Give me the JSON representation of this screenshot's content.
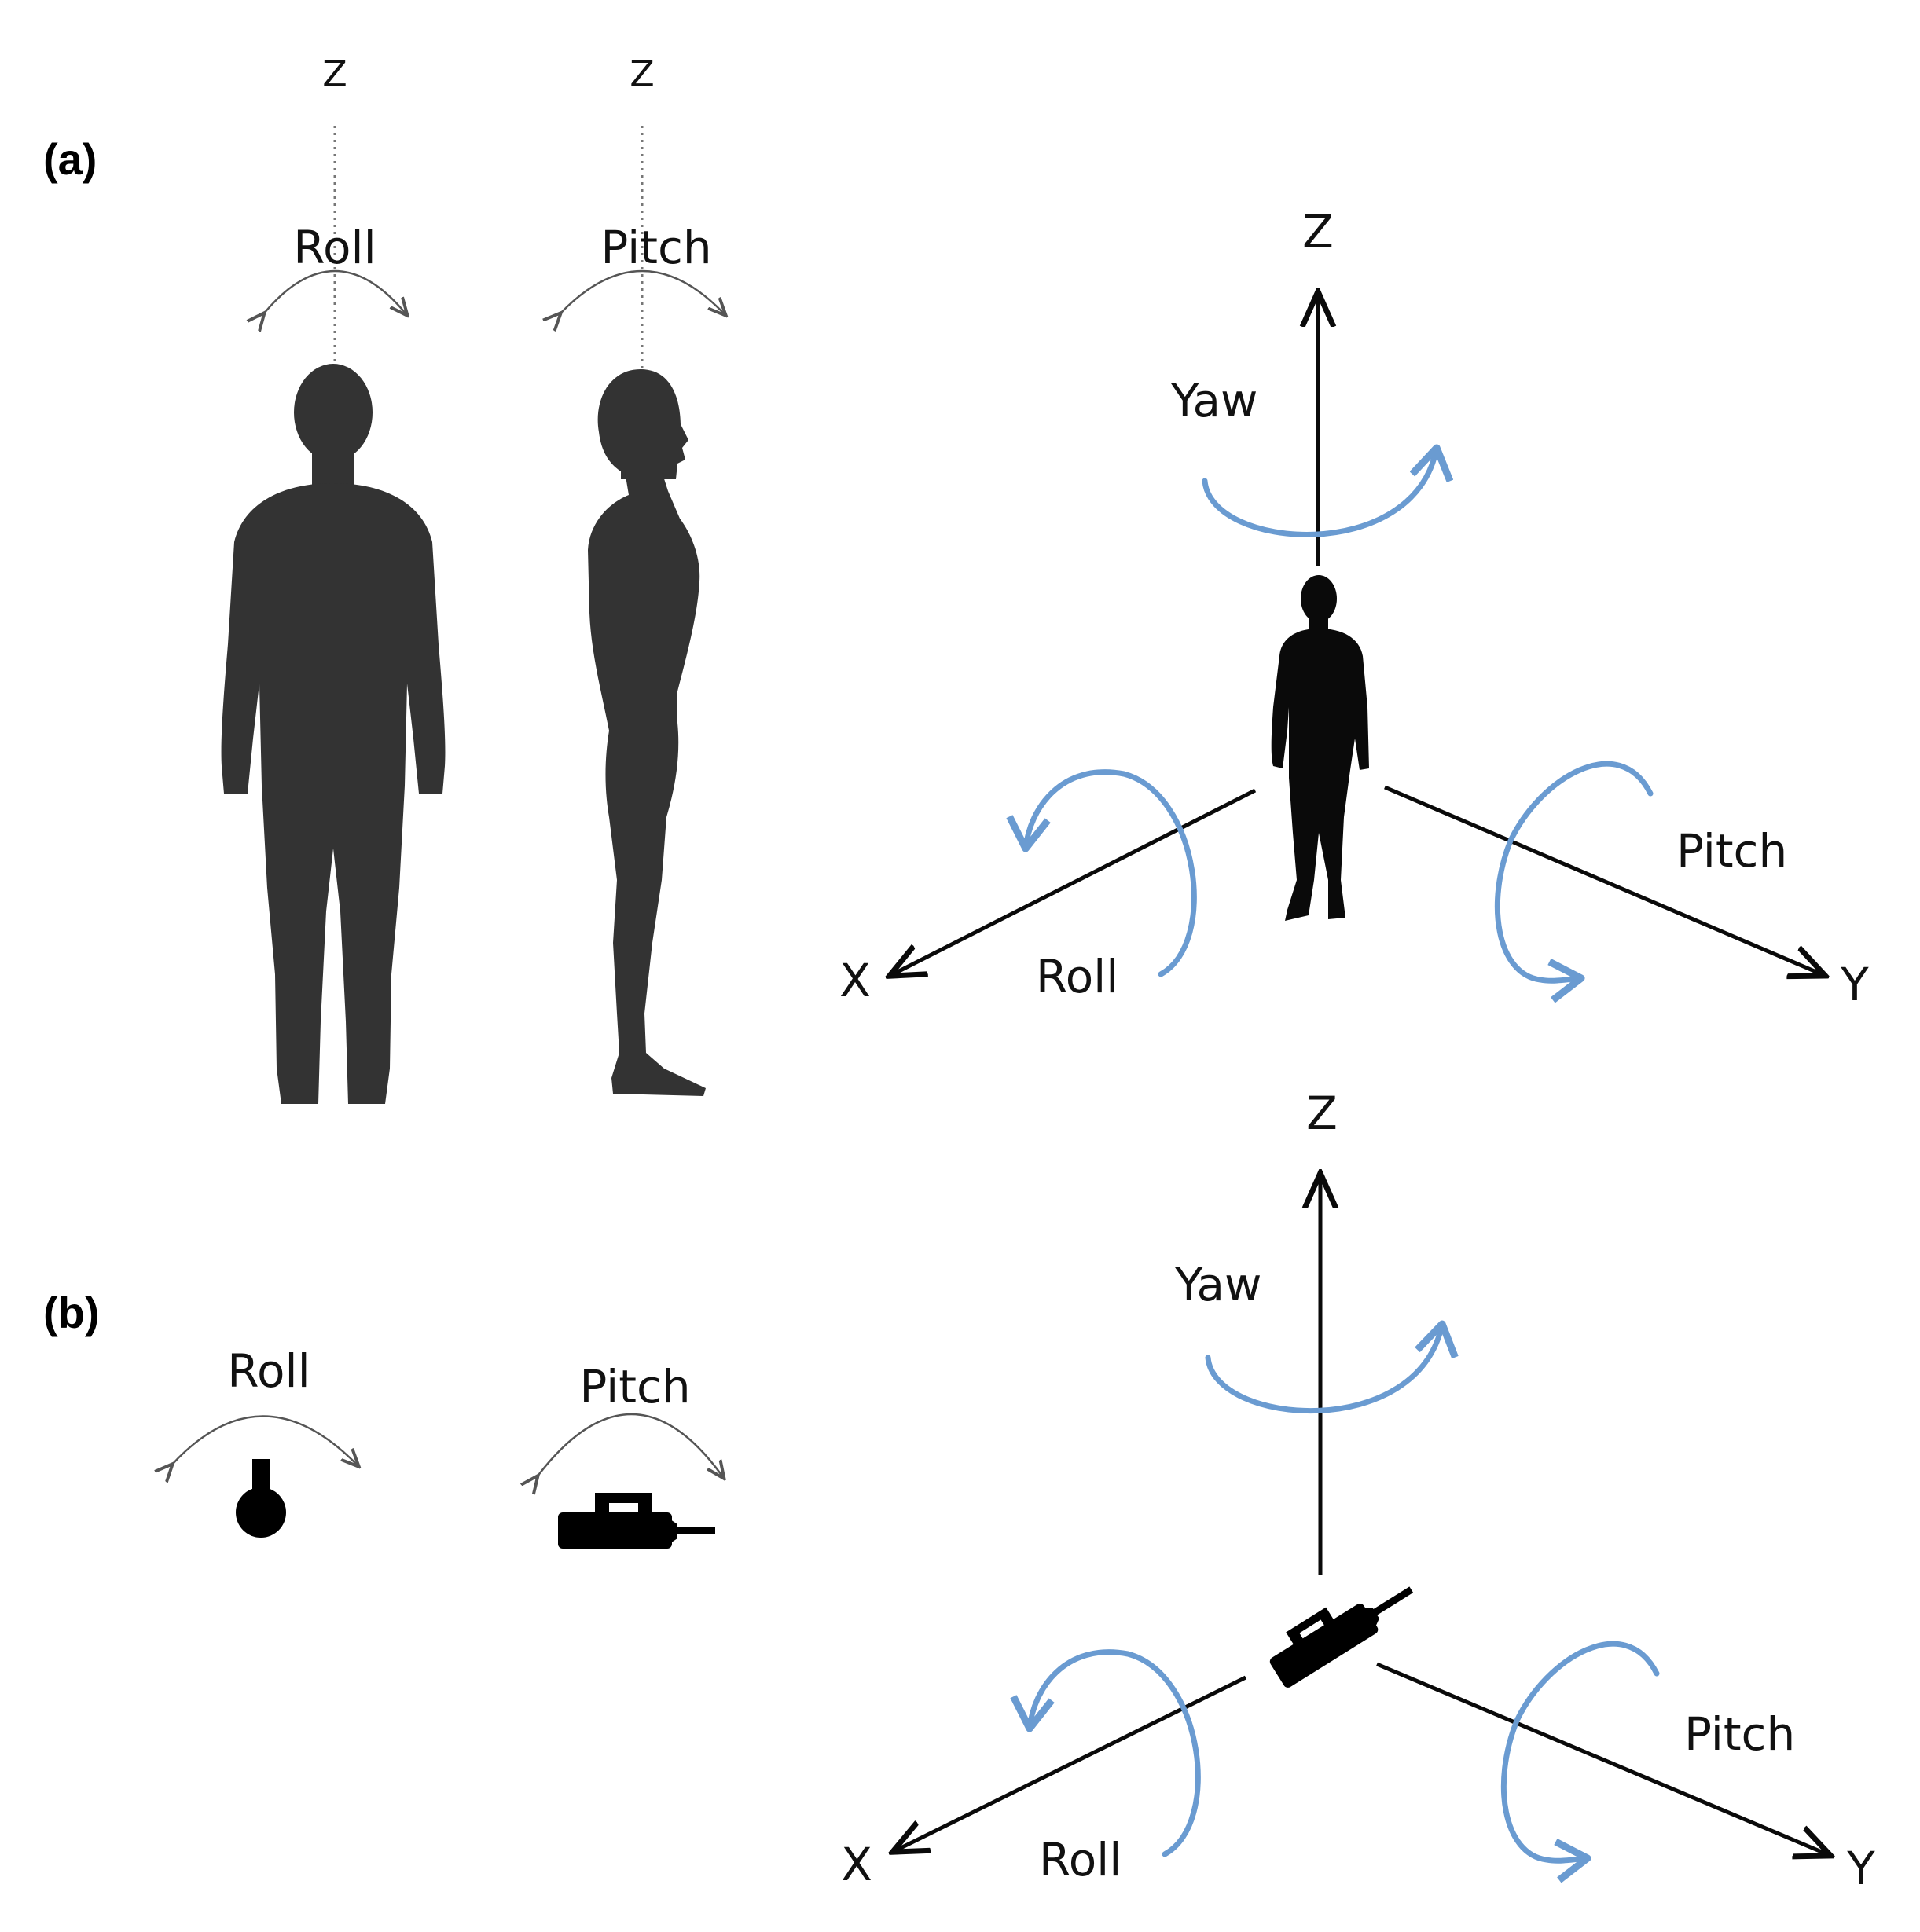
{
  "panel_a": {
    "label": "(a)",
    "front_view": {
      "axis_label": "Z",
      "rotation_label": "Roll"
    },
    "side_view": {
      "axis_label": "Z",
      "rotation_label": "Pitch"
    },
    "axes_3d": {
      "z_label": "Z",
      "x_label": "X",
      "y_label": "Y",
      "yaw_label": "Yaw",
      "roll_label": "Roll",
      "pitch_label": "Pitch"
    }
  },
  "panel_b": {
    "label": "(b)",
    "front_view": {
      "rotation_label": "Roll"
    },
    "side_view": {
      "rotation_label": "Pitch"
    },
    "axes_3d": {
      "z_label": "Z",
      "x_label": "X",
      "y_label": "Y",
      "yaw_label": "Yaw",
      "roll_label": "Roll",
      "pitch_label": "Pitch"
    }
  },
  "colors": {
    "rotation_arrow": "#6a9bd1",
    "silhouette": "#333333",
    "axis": "#0a0a0a"
  }
}
